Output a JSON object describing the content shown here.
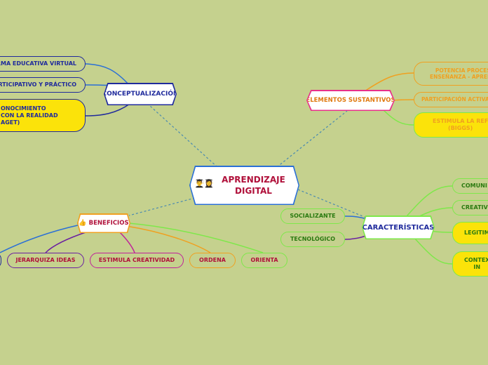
{
  "central": {
    "icon": "graduates-icon",
    "icon_glyph": "👨‍🎓👩‍🎓",
    "label": "APRENDIZAJE\nDIGITAL"
  },
  "conceptualizacion": {
    "label": "CONCEPTUALIZACIÓN",
    "items": [
      "FORMA EDUCATIVA VIRTUAL",
      "PARTICIPATIVO Y PRÁCTICO",
      "ONOCIMIENTO\nCON LA REALIDAD\nAGET)"
    ]
  },
  "elementos": {
    "label": "ELEMENTOS SUSTANTIVOS",
    "items": [
      "POTENCIA PROCES\nENSEÑANZA - APREND",
      "PARTICIPACIÓN ACTIVA",
      "ESTIMULA LA REF\n(BIGGS)"
    ]
  },
  "caracteristicas": {
    "label": "CARACTERÍSTICAS",
    "items": [
      "COMUNI",
      "CREATIVO",
      "LEGITIM",
      "CONTEX\nIN",
      "SOCIALIZANTE",
      "TECNOLÓGICO"
    ]
  },
  "beneficios": {
    "icon": "thumbs-up-icon",
    "icon_glyph": "👍",
    "label": "BENEFICIOS",
    "items": [
      "JERARQUIZA IDEAS",
      "ESTIMULA CREATIVIDAD",
      "ORDENA",
      "ORIENTA"
    ]
  },
  "colors": {
    "background": "#c5d18e",
    "navy": "#1f2a9c",
    "crimson": "#b0103a",
    "orange": "#f0a020",
    "yellow_fill": "#fbe30a",
    "green": "#7ee84a",
    "blue_line": "#2a6fd6",
    "purple_line": "#6a1fa0"
  }
}
